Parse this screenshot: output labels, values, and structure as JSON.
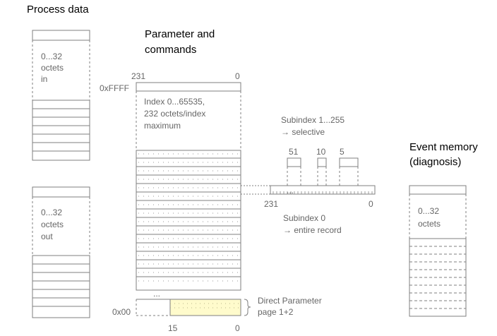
{
  "process_data": {
    "title": "Process data",
    "in_lines": [
      "0...32",
      "octets",
      "in"
    ],
    "out_lines": [
      "0...32",
      "octets",
      "out"
    ]
  },
  "parameter": {
    "title_lines": [
      "Parameter and",
      "commands"
    ],
    "bit_high": "231",
    "bit_low": "0",
    "addr_top": "0xFFFF",
    "addr_bottom": "0x00",
    "index_lines": [
      "Index 0...65535,",
      "232 octets/index",
      "maximum"
    ],
    "ellipsis": "...",
    "bottom_bit_high": "15",
    "bottom_bit_low": "0",
    "direct_param_lines": [
      "Direct Parameter",
      "page 1+2"
    ]
  },
  "subindex": {
    "selective_lines": [
      "Subindex 1...255",
      "→ selective"
    ],
    "markers": [
      "51",
      "10",
      "5"
    ],
    "record_ellipsis": "...",
    "bit_high": "231",
    "bit_low": "0",
    "entire_lines": [
      "Subindex 0",
      "→ entire record"
    ]
  },
  "event_memory": {
    "title_lines": [
      "Event memory",
      "(diagnosis)"
    ],
    "body_lines": [
      "0...32",
      "octets"
    ]
  },
  "colors": {
    "outline": "#7f7f7f",
    "direct_param_fill": "#fffbcc",
    "label_gray": "#666666"
  }
}
